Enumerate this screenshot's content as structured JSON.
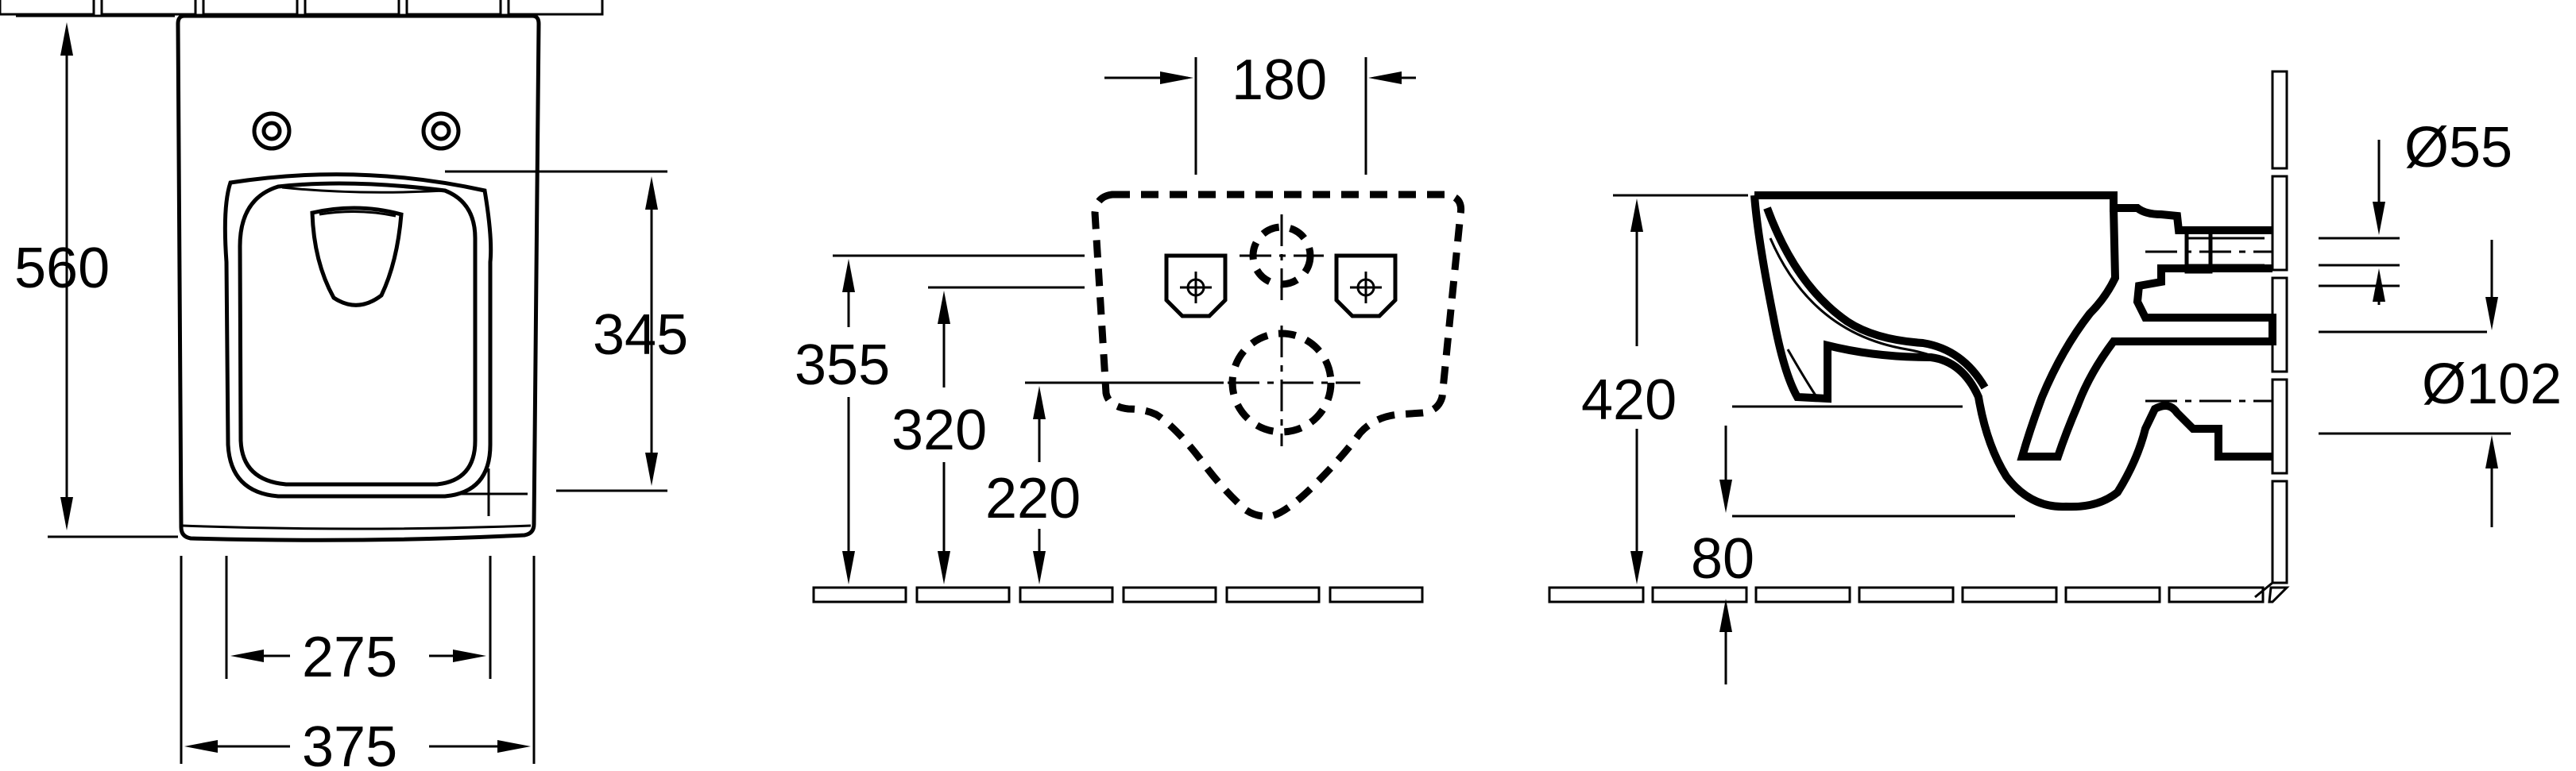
{
  "front_view": {
    "height_total": "560",
    "height_seat": "345",
    "width_inner": "275",
    "width_total": "375"
  },
  "wall_view": {
    "fixing_spacing": "180",
    "height_upper_fixing": "355",
    "height_lower_fixing": "320",
    "height_waste": "220"
  },
  "side_view": {
    "pan_height": "420",
    "inlet_diameter": "Ø55",
    "outlet_diameter": "Ø102",
    "outlet_offset": "80"
  }
}
